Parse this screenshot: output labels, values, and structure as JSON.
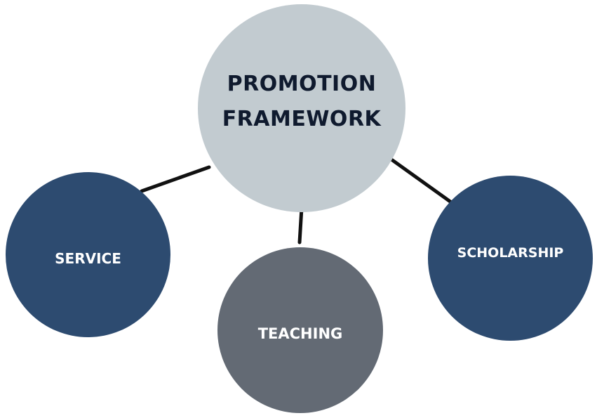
{
  "diagram": {
    "center": {
      "label": "PROMOTION\nFRAMEWORK",
      "color": "#c2cbd0",
      "text_color": "#0f1a2e"
    },
    "nodes": [
      {
        "id": "service",
        "label": "SERVICE",
        "color": "#2d4b70",
        "text_color": "#ffffff"
      },
      {
        "id": "teaching",
        "label": "TEACHING",
        "color": "#636a74",
        "text_color": "#ffffff"
      },
      {
        "id": "scholarship",
        "label": "SCHOLARSHIP",
        "color": "#2d4b70",
        "text_color": "#ffffff"
      }
    ],
    "connector_color": "#111111"
  }
}
